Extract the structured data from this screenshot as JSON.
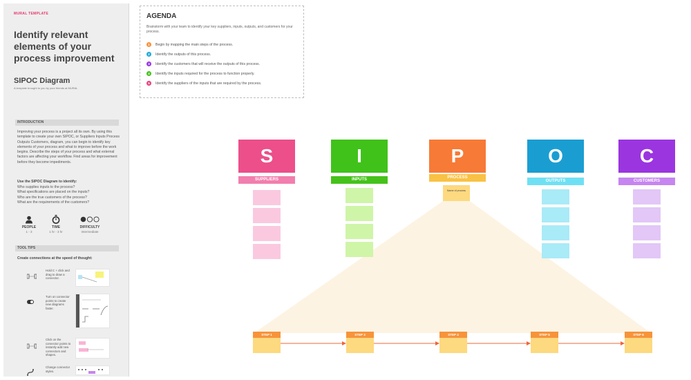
{
  "sidebar": {
    "brand": "MURAL TEMPLATE",
    "title": "Identify relevant elements of your process improvement",
    "diagram_title": "SIPOC Diagram",
    "diagram_subtitle": "A template brought to you by your friends at MURAL",
    "intro_header": "INTRODUCTION",
    "intro_text": "Improving your process is a project all its own. By using this template to create your own SIPOC, or Suppliers Inputs Process Outputs Customers, diagram, you can begin to identify key elements of your process and what to improve before the work begins. Describe the steps of your process and what external factors are affecting your workflow. Find areas for improvement before they become impediments.",
    "use_header": "Use the SIPOC Diagram to identify:",
    "use_items": [
      "Who supplies inputs to the process?",
      "What specifications are placed on the inputs?",
      "Who are the true customers of the process?",
      "What are the requirements of the customers?"
    ],
    "stats": [
      {
        "label": "PEOPLE",
        "value": "1 - 3",
        "icon": "person-icon"
      },
      {
        "label": "TIME",
        "value": "1 hr - 3 hr",
        "icon": "stopwatch-icon"
      },
      {
        "label": "DIFFICULTY",
        "value": "Intermediate",
        "icon": "difficulty-icon"
      }
    ],
    "tips_header": "TOOL TIPS",
    "tips_subtitle": "Create connections at the speed of thought:",
    "tips": [
      "Hold C + click and drag to draw a connector.",
      "Turn on connector points to create new diagrams faster.",
      "Click on the connector points to instantly add new connectors and shapes.",
      "Change connector styles."
    ]
  },
  "agenda": {
    "title": "AGENDA",
    "intro": "Brainstorm with your team to identify your key suppliers, inputs, outputs, and customers for your process.",
    "steps": [
      {
        "num": "1",
        "text": "Begin by mapping the main steps of the process.",
        "color": "#f7933b"
      },
      {
        "num": "2",
        "text": "Identify the outputs of this process.",
        "color": "#1fa9d8"
      },
      {
        "num": "3",
        "text": "Identify the customers that will receive the outputs of this process.",
        "color": "#9b35e0"
      },
      {
        "num": "4",
        "text": "Identify the inputs required for the process to function properly.",
        "color": "#45c21a"
      },
      {
        "num": "5",
        "text": "Identify the suppliers of the inputs that are required by the process.",
        "color": "#e8407d"
      }
    ]
  },
  "sipoc": [
    {
      "letter": "S",
      "label": "SUPPLIERS",
      "color": "#ec4f8a",
      "band": "#f27fae",
      "cell": "#fac9e0"
    },
    {
      "letter": "I",
      "label": "INPUTS",
      "color": "#40c21a",
      "band": "#45c21a",
      "cell": "#cff5a8"
    },
    {
      "letter": "P",
      "label": "PROCESS",
      "color": "#f77a36",
      "band": "#f9c245",
      "cell": "#fdd97f"
    },
    {
      "letter": "O",
      "label": "OUTPUTS",
      "color": "#1a9ed2",
      "band": "#6fe0f4",
      "cell": "#a9ebf7"
    },
    {
      "letter": "C",
      "label": "CUSTOMERS",
      "color": "#9b35e0",
      "band": "#c685f0",
      "cell": "#e2c7f7"
    }
  ],
  "process_note": "Name of process",
  "steps": [
    "STEP 1",
    "STEP 3",
    "STEP 4",
    "STEP 5",
    "STEP 6"
  ],
  "colors": {
    "arrow": "#f2643a",
    "funnel": "#fdf3e2"
  }
}
